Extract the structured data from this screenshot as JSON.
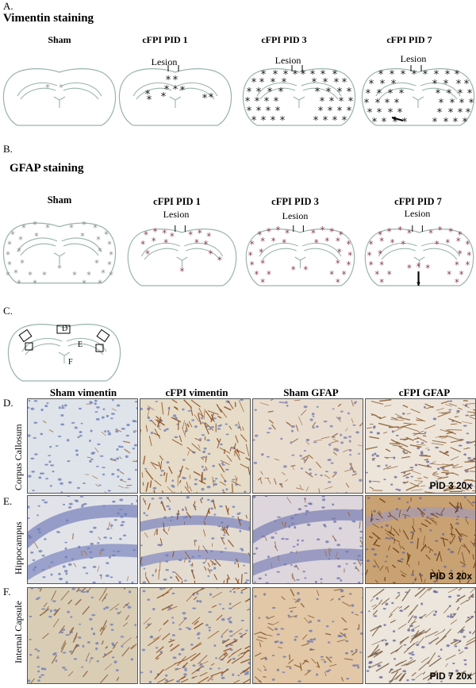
{
  "panelA": {
    "label": "A.",
    "title": "Vimentin staining",
    "columns": [
      "Sham",
      "cFPI PID 1",
      "cFPI PID 3",
      "cFPI PID 7"
    ],
    "lesion": "Lesion"
  },
  "panelB": {
    "label": "B.",
    "title": "GFAP staining",
    "columns": [
      "Sham",
      "cFPI PID 1",
      "cFPI PID 3",
      "cFPI PID 7"
    ],
    "lesion": "Lesion"
  },
  "panelC": {
    "label": "C.",
    "regions": [
      "D",
      "E",
      "F"
    ]
  },
  "panelD": {
    "label": "D.",
    "columns": [
      "Sham vimentin",
      "cFPI vimentin",
      "Sham GFAP",
      "cFPI GFAP"
    ],
    "row": "Corpus Callosum",
    "tag": "PID 3 20x"
  },
  "panelE": {
    "label": "E.",
    "row": "Hippocampus",
    "tag": "PID 3 20x"
  },
  "panelF": {
    "label": "F.",
    "row": "Internal Capsule",
    "tag": "PID 7 20x"
  },
  "colors": {
    "outline": "#9ab3ad",
    "gfap_star": "#8a3c52",
    "sham_star": "#8a8a8a",
    "stain_blue": "#6f7fb8",
    "stain_brown": "#8b4a1c"
  }
}
